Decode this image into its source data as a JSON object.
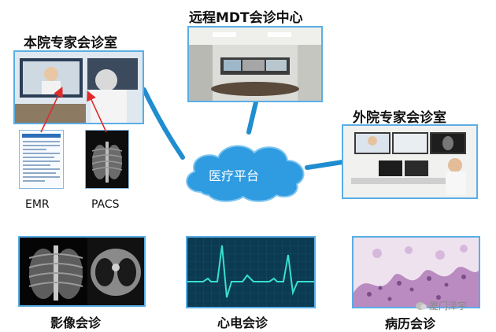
{
  "diagram": {
    "local_room": "本院专家会诊室",
    "mdt_center": "远程MDT会诊中心",
    "external_room": "外院专家会诊室",
    "platform": "医疗平台",
    "emr": "EMR",
    "pacs": "PACS",
    "imaging": "影像会诊",
    "ecg": "心电会诊",
    "pathology": "病历会诊",
    "watermark": "厦门泽宇"
  },
  "colors": {
    "connector": "#1f8dcf",
    "frame": "#5aaee6",
    "arrow": "#e02b2b",
    "cloud_fill": "#2f9be0",
    "ecg_bg": "#0b3b52",
    "ecg_line": "#37e0d0",
    "pathology_bg": "#e8d8ea"
  }
}
